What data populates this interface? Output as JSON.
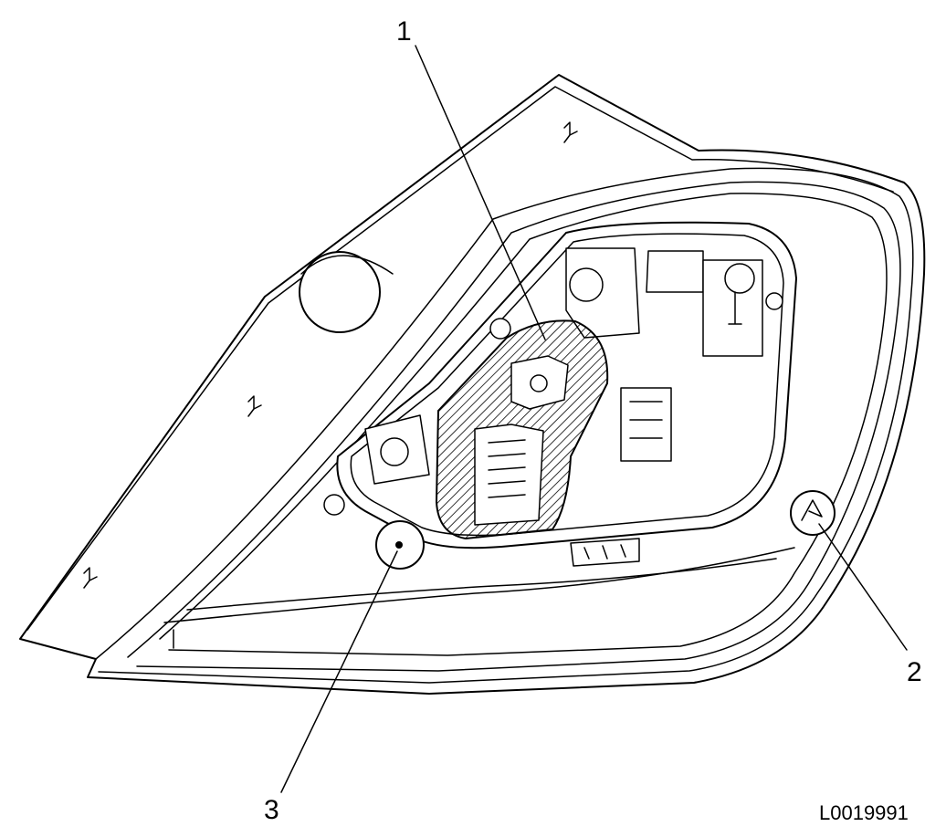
{
  "callouts": {
    "c1": "1",
    "c2": "2",
    "c3": "3"
  },
  "figure_id": "L0019991",
  "highlight_pattern": "diagonal-hatching",
  "line_color": "#000000",
  "background_color": "#ffffff"
}
